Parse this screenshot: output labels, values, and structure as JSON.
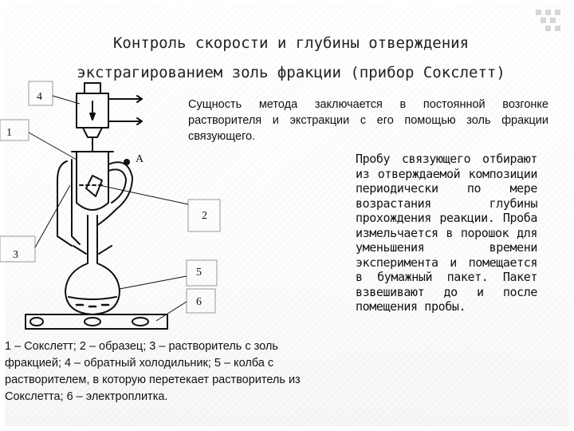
{
  "title": {
    "line1": "Контроль скорости и глубины отверждения",
    "line2": "экстрагированием золь фракции (прибор Сокслетт)"
  },
  "essence_text": "Сущность метода заключается в постоянной возгонке растворителя и экстракции с его помощью золь фракции связующего.",
  "probe_text": "Пробу связующего отбирают из отверждаемой композиции периодически по мере возрастания глубины прохождения реакции. Проба измельчается в порошок для уменьшения времени эксперимента и помещается в бумажный пакет. Пакет взвешивают до и после помещения пробы.",
  "legend_text": "1 – Сокслетт; 2 – образец; 3 – растворитель с золь фракцией; 4 – обратный холодильник; 5 – колба с растворителем, в которую перетекает растворитель из Сокслетта; 6 – электроплитка.",
  "diagram_labels": {
    "l4": "4",
    "l1": "1",
    "lA": "А",
    "l2": "2",
    "l3": "3",
    "l5": "5",
    "l6": "6"
  }
}
